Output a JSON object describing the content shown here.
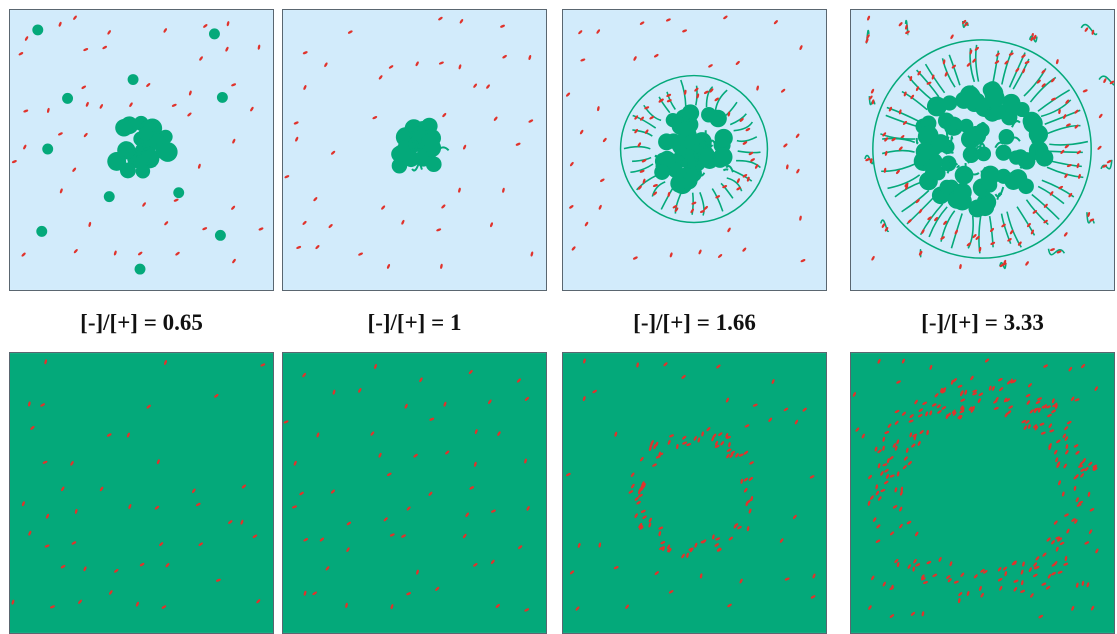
{
  "colors": {
    "solution_bg": "#d2ebfb",
    "polymer_green": "#04a97a",
    "counterion_red": "#e0332c",
    "panel_border": "#5a6670",
    "label_text": "#111111"
  },
  "conditions": [
    {
      "ratio_label": "[-]/[+] = 0.65",
      "ratio": 0.65,
      "top_panel": {
        "state": "compact aggregate with free counterions and free polymer globules",
        "shell": false,
        "free_globules": true,
        "dangling_chains": false
      },
      "bottom_panel": {
        "state": "uniform counterion distribution",
        "ring": false
      }
    },
    {
      "ratio_label": "[-]/[+] = 1",
      "ratio": 1,
      "top_panel": {
        "state": "compact aggregate with free counterions",
        "shell": false,
        "free_globules": false,
        "dangling_chains": false
      },
      "bottom_panel": {
        "state": "uniform counterion distribution",
        "ring": false
      }
    },
    {
      "ratio_label": "[-]/[+] = 1.66",
      "ratio": 1.66,
      "top_panel": {
        "state": "larger aggregate surrounded by a shell of chains and counterions",
        "shell": true,
        "free_globules": false,
        "dangling_chains": false
      },
      "bottom_panel": {
        "state": "counterions accumulate in a ring",
        "ring": true
      }
    },
    {
      "ratio_label": "[-]/[+] = 3.33",
      "ratio": 3.33,
      "top_panel": {
        "state": "large aggregate with thick shell and free chains",
        "shell": true,
        "free_globules": false,
        "dangling_chains": true
      },
      "bottom_panel": {
        "state": "dense counterion ring with scattered outer counterions",
        "ring": true
      }
    }
  ]
}
